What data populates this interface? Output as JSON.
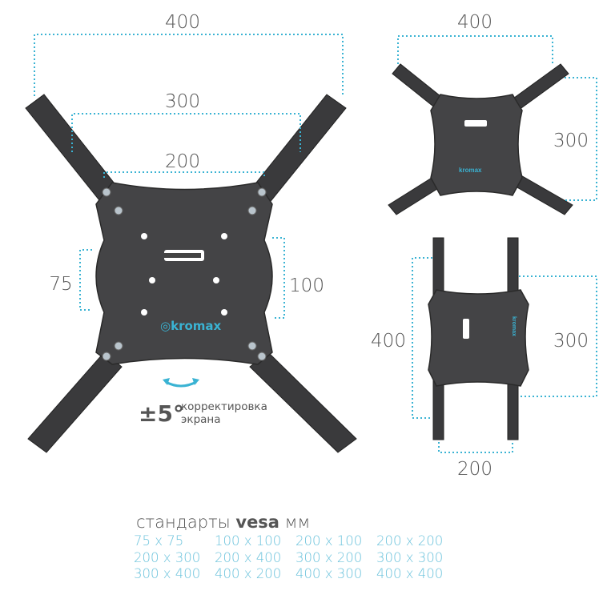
{
  "brand": "kromax",
  "main_view": {
    "dim_width_outer": "400",
    "dim_width_mid": "300",
    "dim_width_inner": "200",
    "dim_height_left": "75",
    "dim_height_right": "100"
  },
  "tilt": {
    "value": "±5°",
    "label_line1": "корректировка",
    "label_line2": "экрана"
  },
  "top_right_view": {
    "dim_width": "400",
    "dim_height": "300"
  },
  "bottom_right_view": {
    "dim_height_left": "400",
    "dim_height_right": "300",
    "dim_width": "200"
  },
  "standards": {
    "title_prefix": "стандарты",
    "title_bold": "vesa",
    "title_suffix": "мм",
    "items": [
      "75 x 75",
      "100 x 100",
      "200 x 100",
      "200 x 200",
      "200 x 300",
      "200 x 400",
      "300 x 200",
      "300 x 300",
      "300 x 400",
      "400 x 200",
      "400 x 300",
      "400 x 400"
    ]
  },
  "colors": {
    "accent": "#3ab3d3",
    "metal": "#3a3a3c"
  }
}
